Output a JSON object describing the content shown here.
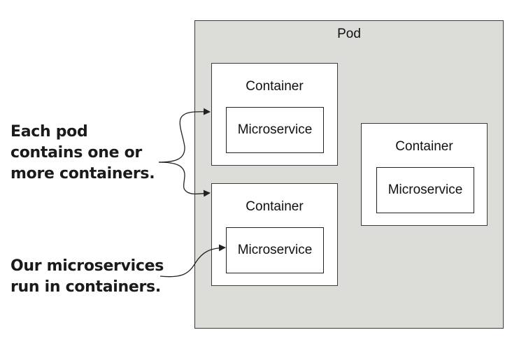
{
  "pod": {
    "label": "Pod"
  },
  "containers": [
    {
      "label": "Container",
      "microservice": "Microservice"
    },
    {
      "label": "Container",
      "microservice": "Microservice"
    },
    {
      "label": "Container",
      "microservice": "Microservice"
    }
  ],
  "annotations": {
    "pods": [
      "Each pod",
      "contains one or",
      "more containers."
    ],
    "microservices": [
      "Our microservices",
      "run in containers."
    ]
  },
  "colors": {
    "pod_fill": "#dcdcd8",
    "box_fill": "#ffffff",
    "stroke": "#3a3a3a",
    "text": "#111111"
  }
}
